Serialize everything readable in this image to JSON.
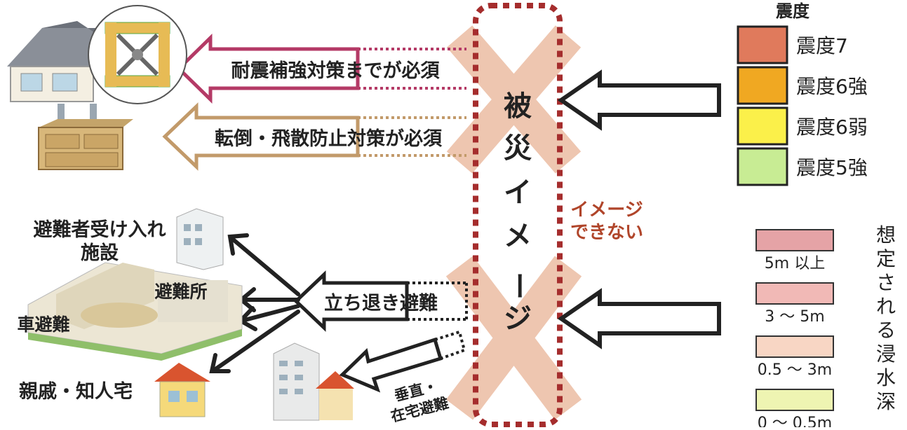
{
  "damage_image": {
    "title_text": "被災イメージ",
    "chars": [
      "被",
      "災",
      "イ",
      "メ",
      "ー",
      "ジ"
    ],
    "cannot_imagine": {
      "line1": "イメージ",
      "line2": "できない"
    }
  },
  "measures": {
    "seismic": "耐震補強対策までが必須",
    "furniture": "転倒・飛散防止対策が必須",
    "evacuation": "立ち退き避難",
    "vertical": {
      "line1": "垂直・",
      "line2": "在宅避難"
    }
  },
  "destinations": {
    "shelter_facility": {
      "line1": "避難者受け入れ",
      "line2": "施設"
    },
    "shelter": "避難所",
    "car": "車避難",
    "relatives": "親戚・知人宅"
  },
  "legend_intensity": {
    "title": "震度",
    "items": [
      {
        "label": "震度7",
        "color": "#e07a5c"
      },
      {
        "label": "震度6強",
        "color": "#f0a822"
      },
      {
        "label": "震度6弱",
        "color": "#fbf04a"
      },
      {
        "label": "震度5強",
        "color": "#c8ec94"
      }
    ]
  },
  "legend_flood": {
    "title": "想定される浸水深",
    "title_chars": [
      "想",
      "定",
      "さ",
      "れ",
      "る",
      "浸",
      "水",
      "深"
    ],
    "items": [
      {
        "label": "5m 以上",
        "color": "#e5a3a6"
      },
      {
        "label": "3 ～ 5m",
        "color": "#f1b9b6"
      },
      {
        "label": "0.5 ～ 3m",
        "color": "#f8d6c4"
      },
      {
        "label": "0 ～ 0.5m",
        "color": "#eef4b2"
      }
    ]
  },
  "colors": {
    "seismic_arrow": "#b43a66",
    "furniture_arrow": "#c29a6a",
    "dotted_frame": "#a52d2d",
    "cross": "#eec6b0",
    "cannot_imagine_text": "#b0452a"
  }
}
